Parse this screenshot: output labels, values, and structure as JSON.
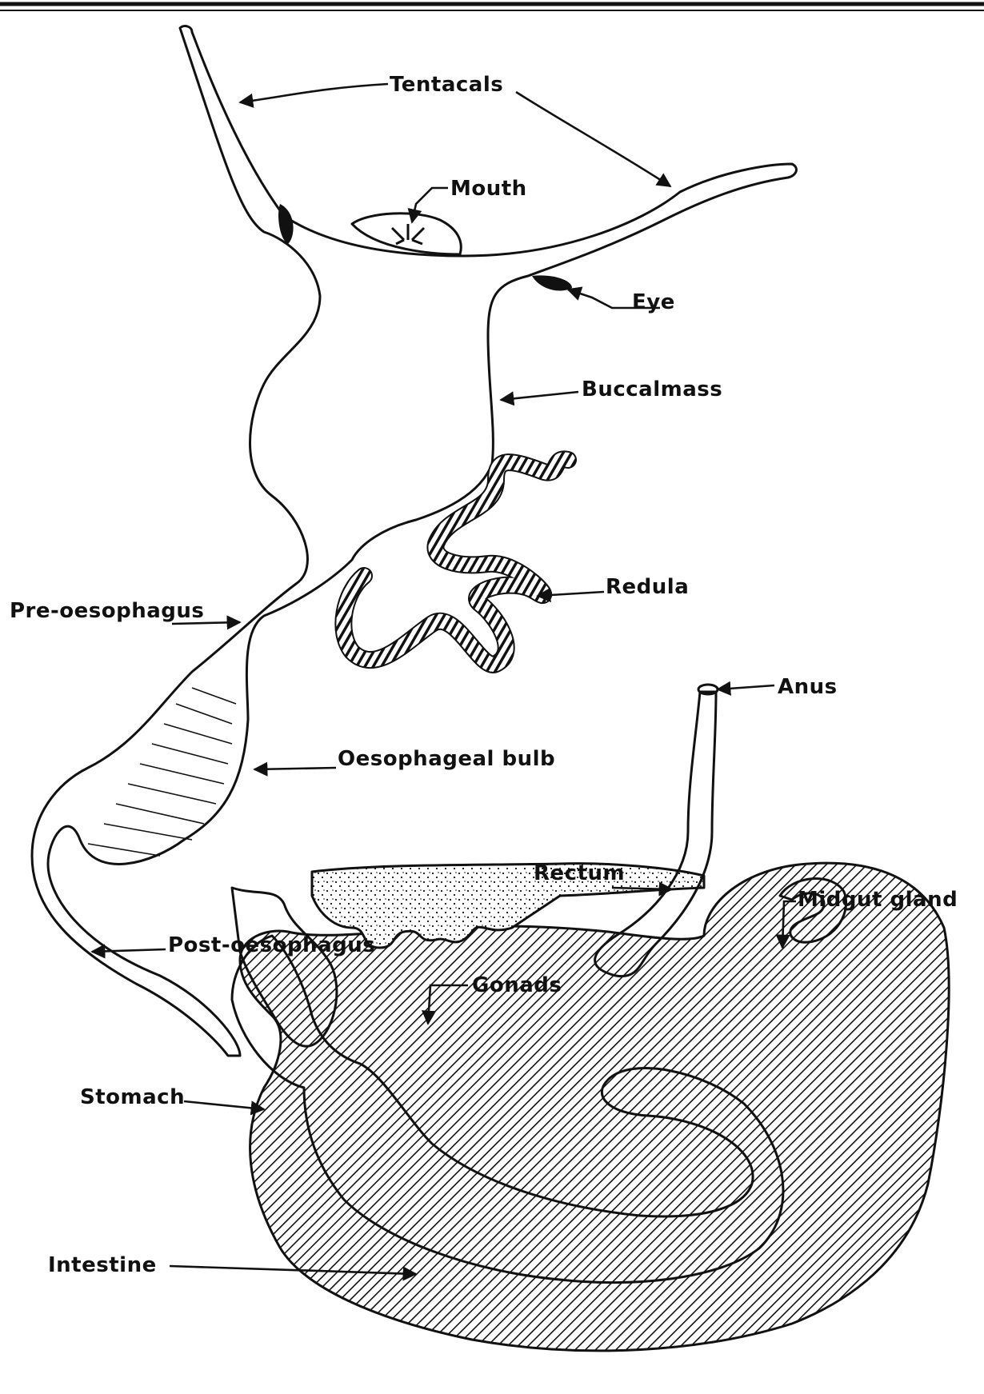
{
  "labels": {
    "tentacals": "Tentacals",
    "mouth": "Mouth",
    "eye": "Eye",
    "buccalmass": "Buccalmass",
    "redula": "Redula",
    "pre_oesophagus": "Pre-oesophagus",
    "anus": "Anus",
    "oesophageal_bulb": "Oesophageal bulb",
    "rectum": "Rectum",
    "midgut_gland": "Midgut gland",
    "post_oesophagus": "Post-oesophagus",
    "gonads": "Gonads",
    "stomach": "Stomach",
    "intestine": "Intestine"
  },
  "colors": {
    "ink": "#111111",
    "background": "#ffffff",
    "hatch": "#111111"
  }
}
